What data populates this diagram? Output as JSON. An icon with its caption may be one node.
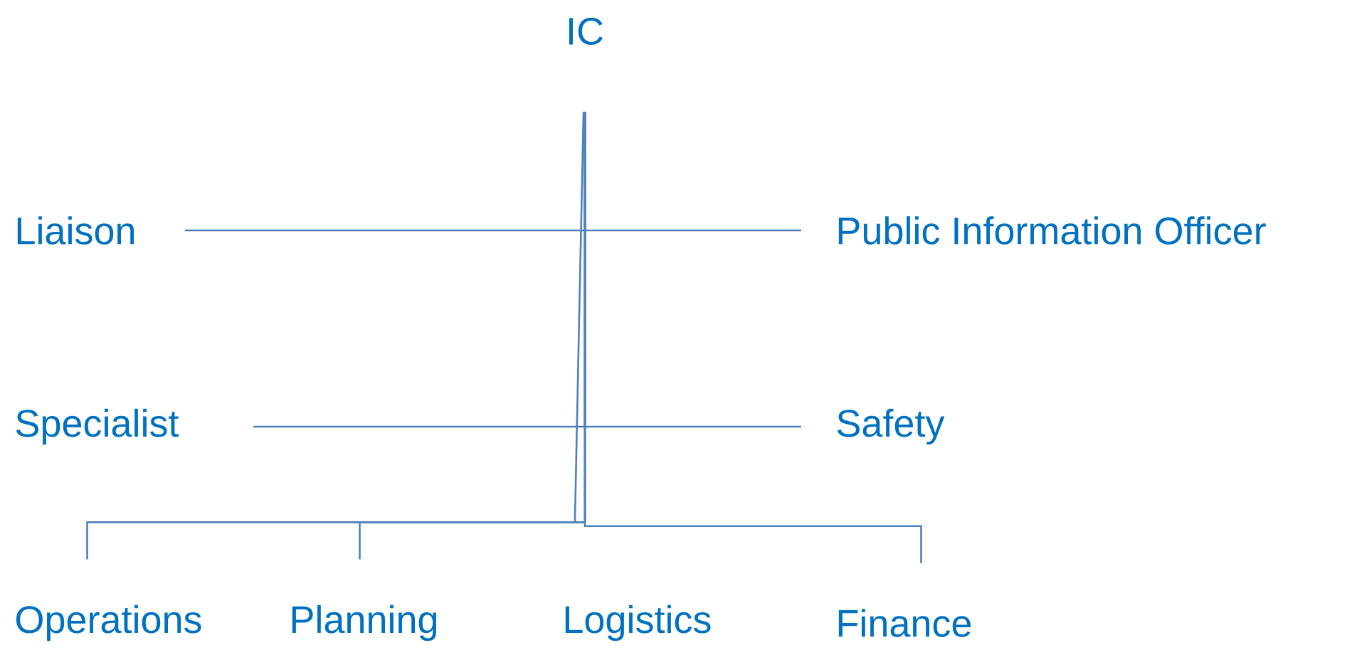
{
  "diagram": {
    "nodes": [
      {
        "text": [
          "IC"
        ]
      },
      {
        "text": [
          "Liaison"
        ]
      },
      {
        "text": [
          "Public Information Officer"
        ]
      },
      {
        "text": [
          "Specialist"
        ]
      },
      {
        "text": [
          "Safety"
        ]
      },
      {
        "text": [
          "Operations"
        ]
      },
      {
        "text": [
          "Planning"
        ]
      },
      {
        "text": [
          "Logistics"
        ]
      },
      {
        "text": [
          "Finance"
        ]
      }
    ],
    "edges": [
      {
        "from": 0,
        "to": 1,
        "arrow": "none"
      },
      {
        "from": 0,
        "to": 2,
        "arrow": "none"
      },
      {
        "from": 0,
        "to": 3,
        "arrow": "none"
      },
      {
        "from": 0,
        "to": 4,
        "arrow": "none"
      },
      {
        "from": 0,
        "to": 5,
        "arrow": "none"
      },
      {
        "from": 0,
        "to": 6,
        "arrow": "none"
      },
      {
        "from": 0,
        "to": 7,
        "arrow": "none"
      },
      {
        "from": 0,
        "to": 8,
        "arrow": "none"
      }
    ]
  }
}
